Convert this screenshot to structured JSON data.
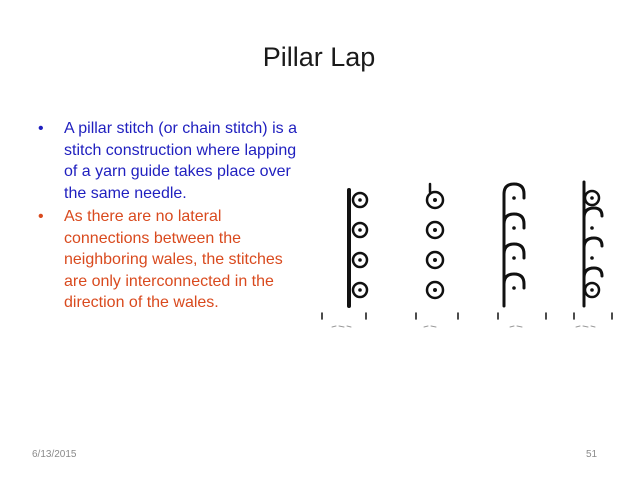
{
  "slide": {
    "title": "Pillar Lap",
    "bullets": [
      {
        "marker": "•",
        "text": "A pillar stitch (or chain stitch) is a stitch construction where lapping of a yarn guide takes place over the same needle.",
        "color": "#1f1fbf"
      },
      {
        "marker": "•",
        "text": "As there are no lateral connections between the neighboring wales, the stitches are only interconnected in the direction of the wales.",
        "color": "#d94a1e"
      }
    ],
    "figure": {
      "icon": "pillar-stitch-lapping-diagram-icon"
    },
    "footer": {
      "date": "6/13/2015",
      "page_number": "51"
    }
  }
}
